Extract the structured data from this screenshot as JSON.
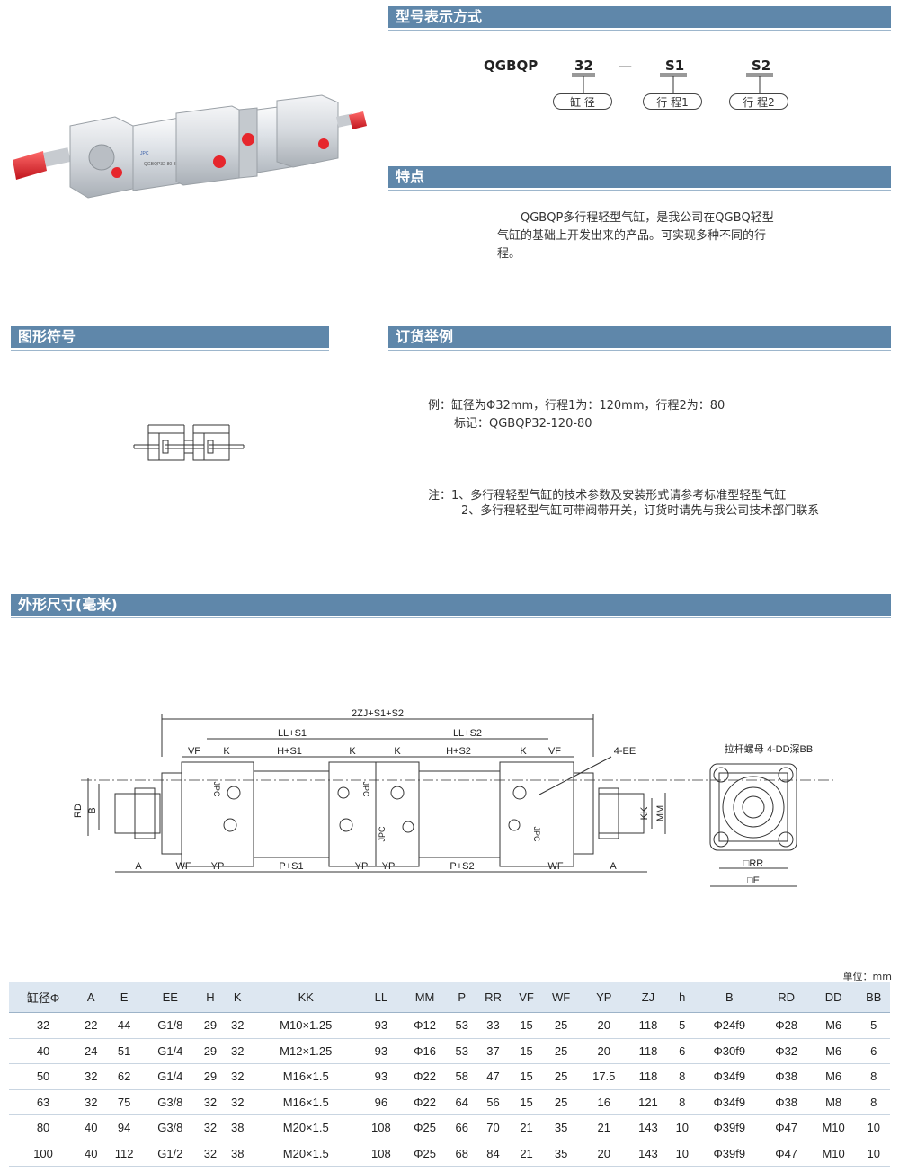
{
  "sections": {
    "model": "型号表示方式",
    "features": "特点",
    "symbol": "图形符号",
    "order": "订货举例",
    "dimensions": "外形尺寸(毫米)"
  },
  "model_code": {
    "prefix": "QGBQP",
    "bore": "32",
    "dash": "—",
    "s1": "S1",
    "s2": "S2",
    "bore_label": "缸  径",
    "s1_label": "行  程1",
    "s2_label": "行  程2"
  },
  "features_text": "QGBQP多行程轻型气缸，是我公司在QGBQ轻型气缸的基础上开发出来的产品。可实现多种不同的行程。",
  "order_example": {
    "line1": "例：缸径为Φ32mm，行程1为：120mm，行程2为：80",
    "line2": "标记：QGBQP32-120-80",
    "note1": "注：1、多行程轻型气缸的技术参数及安装形式请参考标准型轻型气缸",
    "note2": "2、多行程轻型气缸可带阀带开关，订货时请先与我公司技术部门联系"
  },
  "product_label": "QGBQP32-80-80",
  "product_brand": "JPC",
  "drawing": {
    "total": "2ZJ+S1+S2",
    "ll_s1": "LL+S1",
    "ll_s2": "LL+S2",
    "vf": "VF",
    "k": "K",
    "h_s1": "H+S1",
    "h_s2": "H+S2",
    "ee": "4-EE",
    "rd": "RD",
    "b": "B",
    "kk": "KK",
    "mm": "MM",
    "a": "A",
    "wf": "WF",
    "yp": "YP",
    "p_s1": "P+S1",
    "p_s2": "P+S2",
    "brand": "JPC",
    "side_note": "拉杆螺母  4-DD深BB",
    "rr": "□RR",
    "e": "□E"
  },
  "unit": "单位：mm",
  "table": {
    "headers": [
      "缸径Φ",
      "A",
      "E",
      "EE",
      "H",
      "K",
      "KK",
      "LL",
      "MM",
      "P",
      "RR",
      "VF",
      "WF",
      "YP",
      "ZJ",
      "h",
      "B",
      "RD",
      "DD",
      "BB"
    ],
    "rows": [
      [
        "32",
        "22",
        "44",
        "G1/8",
        "29",
        "32",
        "M10×1.25",
        "93",
        "Φ12",
        "53",
        "33",
        "15",
        "25",
        "20",
        "118",
        "5",
        "Φ24f9",
        "Φ28",
        "M6",
        "5"
      ],
      [
        "40",
        "24",
        "51",
        "G1/4",
        "29",
        "32",
        "M12×1.25",
        "93",
        "Φ16",
        "53",
        "37",
        "15",
        "25",
        "20",
        "118",
        "6",
        "Φ30f9",
        "Φ32",
        "M6",
        "6"
      ],
      [
        "50",
        "32",
        "62",
        "G1/4",
        "29",
        "32",
        "M16×1.5",
        "93",
        "Φ22",
        "58",
        "47",
        "15",
        "25",
        "17.5",
        "118",
        "8",
        "Φ34f9",
        "Φ38",
        "M6",
        "8"
      ],
      [
        "63",
        "32",
        "75",
        "G3/8",
        "32",
        "32",
        "M16×1.5",
        "96",
        "Φ22",
        "64",
        "56",
        "15",
        "25",
        "16",
        "121",
        "8",
        "Φ34f9",
        "Φ38",
        "M8",
        "8"
      ],
      [
        "80",
        "40",
        "94",
        "G3/8",
        "32",
        "38",
        "M20×1.5",
        "108",
        "Φ25",
        "66",
        "70",
        "21",
        "35",
        "21",
        "143",
        "10",
        "Φ39f9",
        "Φ47",
        "M10",
        "10"
      ],
      [
        "100",
        "40",
        "112",
        "G1/2",
        "32",
        "38",
        "M20×1.5",
        "108",
        "Φ25",
        "68",
        "84",
        "21",
        "35",
        "20",
        "143",
        "10",
        "Φ39f9",
        "Φ47",
        "M10",
        "10"
      ]
    ]
  }
}
